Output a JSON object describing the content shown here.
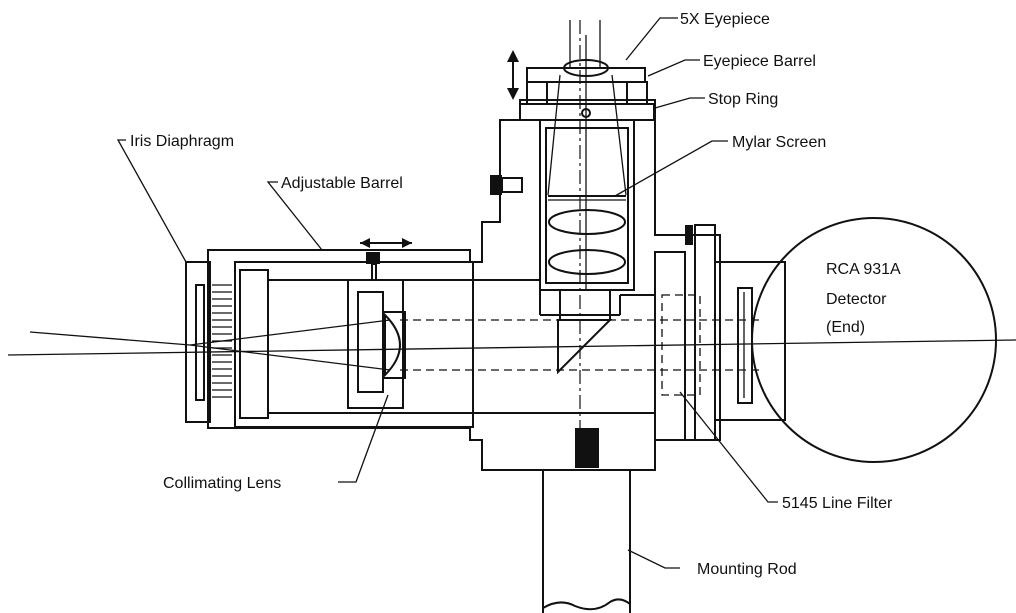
{
  "labels": {
    "eyepiece_5x": "5X Eyepiece",
    "eyepiece_barrel": "Eyepiece Barrel",
    "stop_ring": "Stop Ring",
    "mylar_screen": "Mylar Screen",
    "iris_diaphragm": "Iris Diaphragm",
    "adjustable_barrel": "Adjustable Barrel",
    "detector_line1": "RCA 931A",
    "detector_line2": "Detector",
    "detector_line3": "(End)",
    "collimating_lens": "Collimating Lens",
    "line_filter": "5145 Line Filter",
    "mounting_rod": "Mounting Rod"
  },
  "colors": {
    "ink": "#111111",
    "paper": "#ffffff"
  }
}
